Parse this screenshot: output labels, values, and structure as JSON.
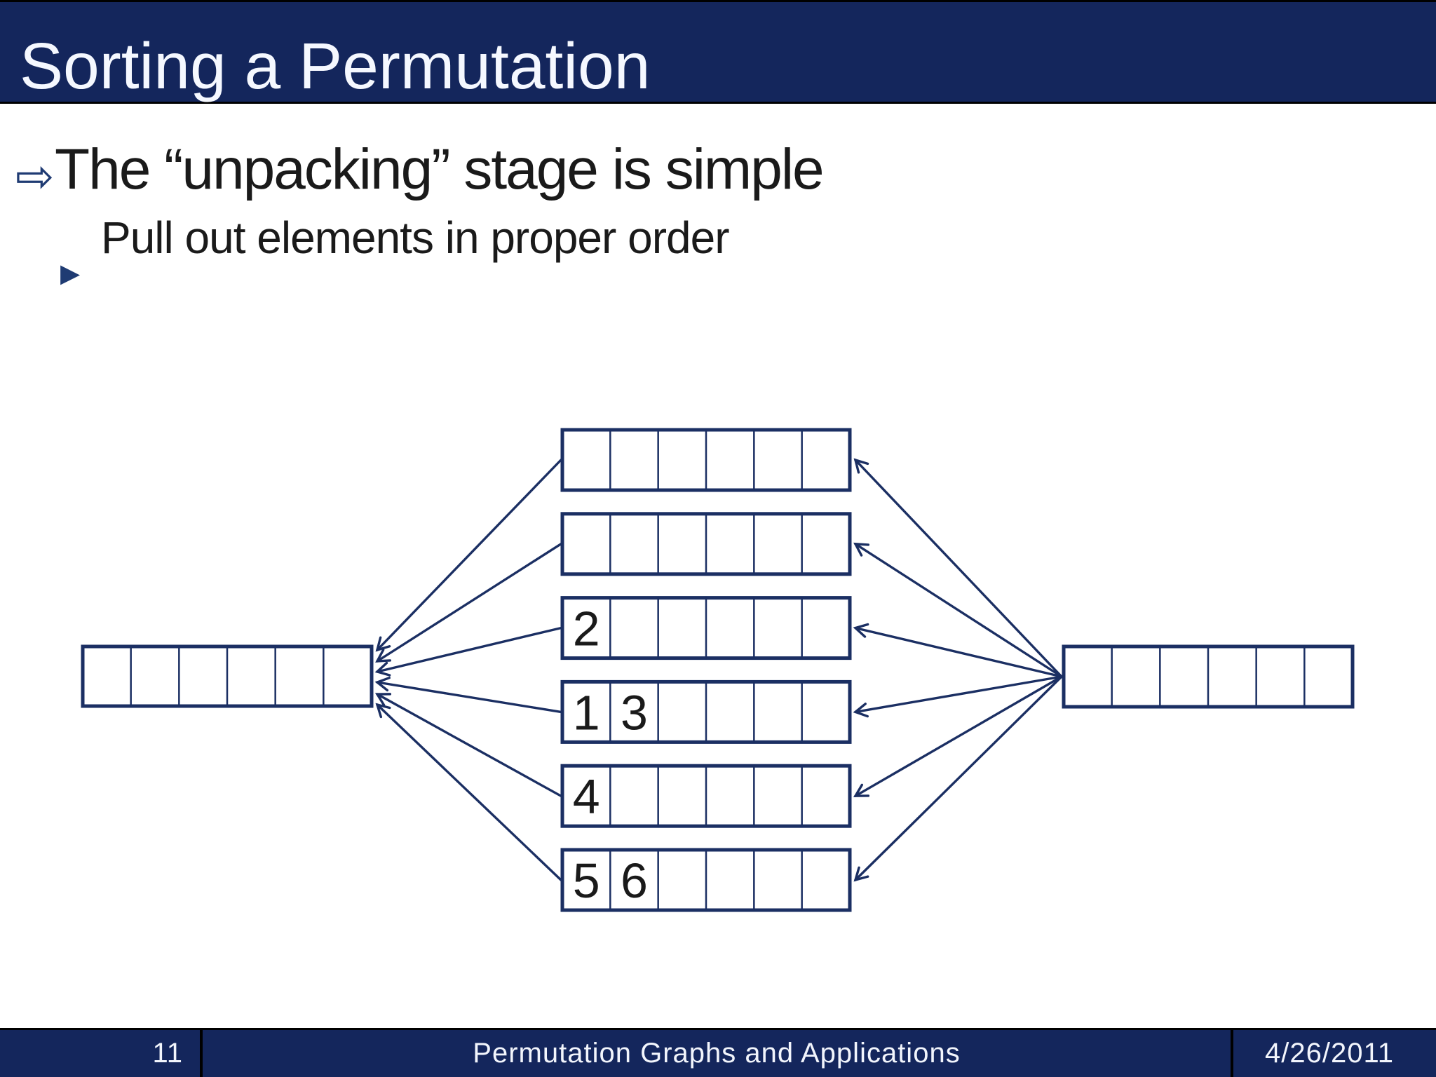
{
  "colors": {
    "navy_bar": "#14265C",
    "diagram_stroke": "#1B2F63",
    "bullet_accent": "#1F3B73",
    "body_text": "#1A1A1A",
    "bar_text": "#F2F5FC",
    "frame_border": "#000000",
    "slide_background": "#FFFFFF"
  },
  "header": {
    "title": "Sorting a Permutation"
  },
  "content": {
    "bullet": {
      "icon": "⇨",
      "text": "The “unpacking” stage is simple"
    },
    "sub_bullet": {
      "icon": "▸",
      "text": "Pull out elements in proper order"
    }
  },
  "diagram": {
    "description": "six-cell output array on the left, six six-cell queue rows in the middle, six-cell input array on the right",
    "left_array_cells": [
      "",
      "",
      "",
      "",
      "",
      ""
    ],
    "right_array_cells": [
      "",
      "",
      "",
      "",
      "",
      ""
    ],
    "queue_rows": [
      [
        "",
        "",
        "",
        "",
        "",
        ""
      ],
      [
        "",
        "",
        "",
        "",
        "",
        ""
      ],
      [
        "2",
        "",
        "",
        "",
        "",
        ""
      ],
      [
        "1",
        "3",
        "",
        "",
        "",
        ""
      ],
      [
        "4",
        "",
        "",
        "",
        "",
        ""
      ],
      [
        "5",
        "6",
        "",
        "",
        "",
        ""
      ]
    ],
    "arrows": {
      "left_group": "from each queue row's left end into the right end of the left array (arrowheads at left array)",
      "right_group": "from the left end of the right array out to each queue row's right end (arrowheads at queue rows)"
    }
  },
  "footer": {
    "page_number": "11",
    "center_text": "Permutation Graphs and Applications",
    "date": "4/26/2011"
  }
}
